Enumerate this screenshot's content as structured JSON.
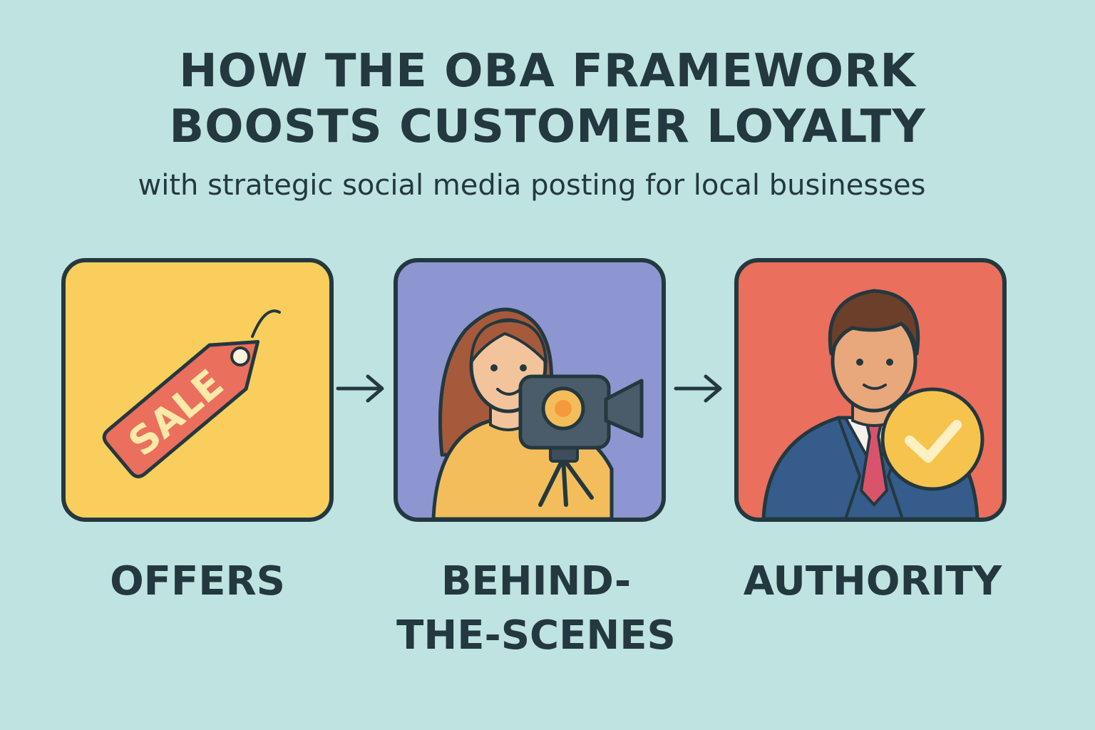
{
  "header": {
    "title_line1": "HOW THE OBA FRAMEWORK",
    "title_line2": "BOOSTS CUSTOMER LOYALTY",
    "subtitle": "with strategic social media posting for local businesses"
  },
  "steps": [
    {
      "label": "OFFERS",
      "icon": "sale-tag-icon",
      "color": "#f9ce5c",
      "tag_text": "SALE"
    },
    {
      "label_line1": "BEHIND-",
      "label_line2": "THE-SCENES",
      "icon": "person-with-camera-icon",
      "color": "#8d96d1"
    },
    {
      "label": "AUTHORITY",
      "icon": "businessman-with-checkmark-icon",
      "color": "#ea6f5c"
    }
  ],
  "connectors": [
    "right-arrow-icon",
    "right-arrow-icon"
  ],
  "colors": {
    "background": "#bfe3e1",
    "ink": "#23383f",
    "offers": "#f9ce5c",
    "behind_the_scenes": "#8d96d1",
    "authority": "#ea6f5c"
  }
}
